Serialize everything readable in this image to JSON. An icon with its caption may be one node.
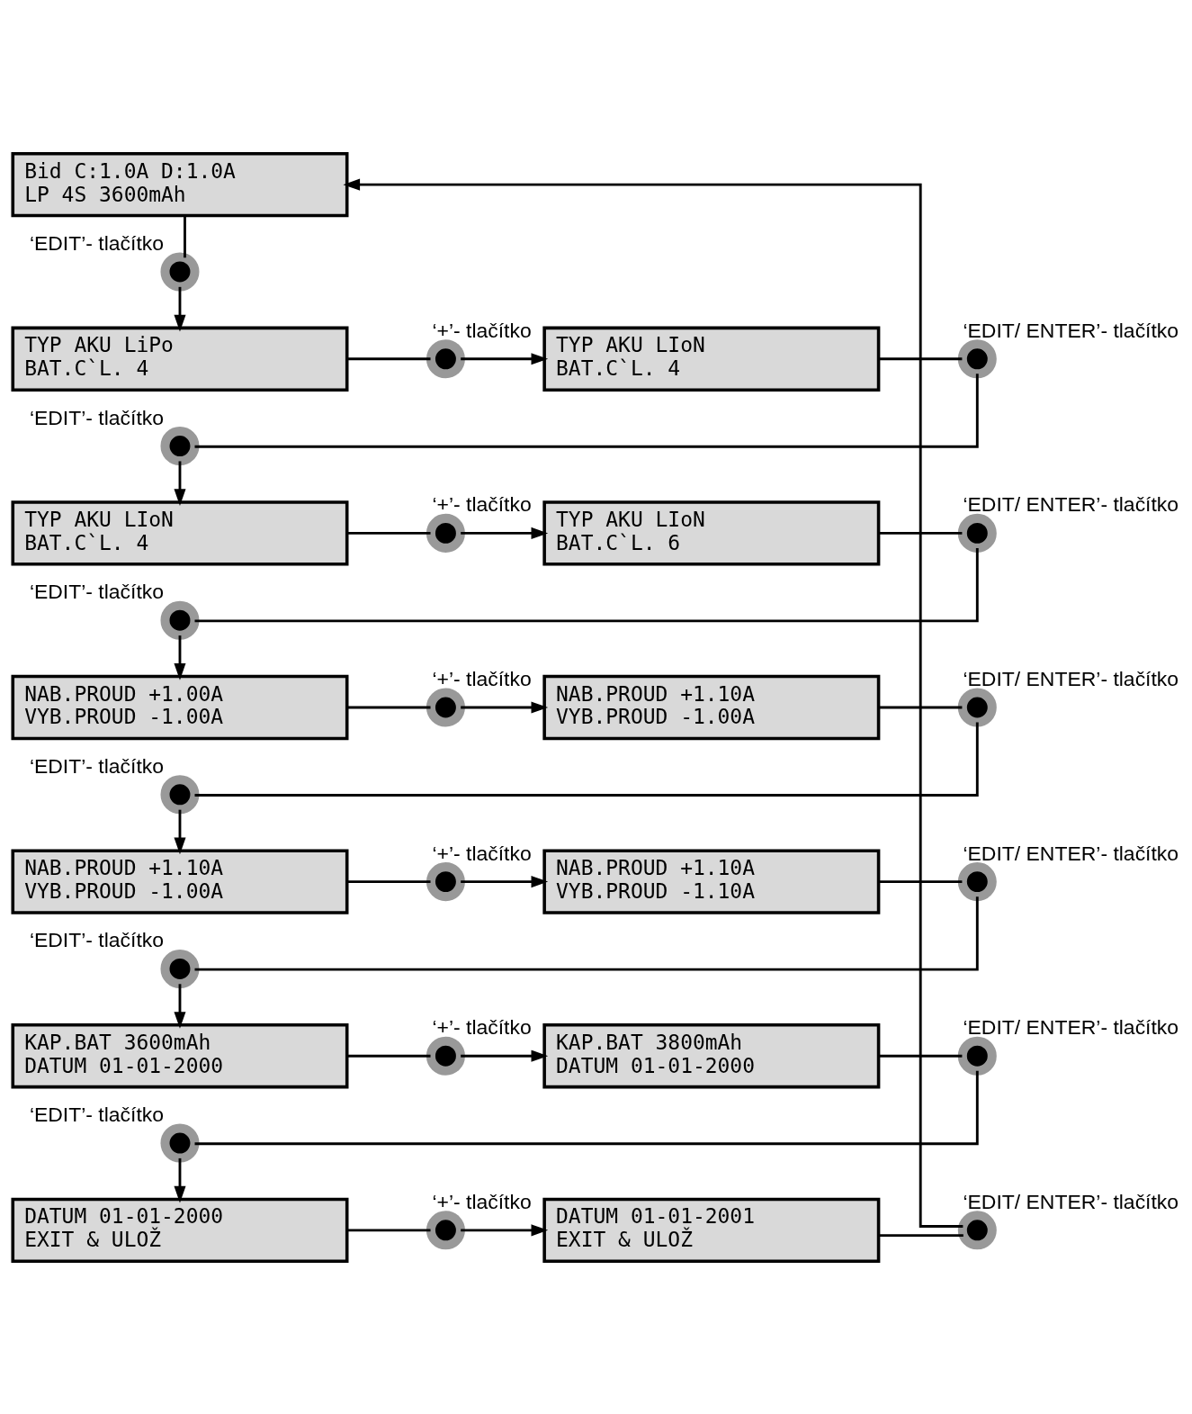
{
  "diagram": {
    "nodes": [
      {
        "text": [
          "Bid C:1.0A D:1.0A",
          "LP 4S 3600mAh"
        ]
      },
      {
        "text": [],
        "shape": "circle",
        "beside": [
          "‘EDIT’- tlačítko"
        ]
      },
      {
        "text": [
          "TYP AKU LiPo",
          "BAT.C`L. 4"
        ]
      },
      {
        "text": [],
        "shape": "circle",
        "beside": [
          "‘+’- tlačítko"
        ]
      },
      {
        "text": [
          "TYP AKU LIoN",
          "BAT.C`L. 4"
        ]
      },
      {
        "text": [],
        "shape": "circle",
        "beside": [
          "‘EDIT/ ENTER’- tlačítko"
        ]
      },
      {
        "text": [],
        "shape": "circle",
        "beside": [
          "‘EDIT’- tlačítko"
        ]
      },
      {
        "text": [
          "TYP AKU LIoN",
          "BAT.C`L. 4"
        ]
      },
      {
        "text": [],
        "shape": "circle",
        "beside": [
          "‘+’- tlačítko"
        ]
      },
      {
        "text": [
          "TYP AKU LIoN",
          "BAT.C`L. 6"
        ]
      },
      {
        "text": [],
        "shape": "circle",
        "beside": [
          "‘EDIT/ ENTER’- tlačítko"
        ]
      },
      {
        "text": [],
        "shape": "circle",
        "beside": [
          "‘EDIT’- tlačítko"
        ]
      },
      {
        "text": [
          "NAB.PROUD +1.00A",
          "VYB.PROUD -1.00A"
        ]
      },
      {
        "text": [],
        "shape": "circle",
        "beside": [
          "‘+’- tlačítko"
        ]
      },
      {
        "text": [
          "NAB.PROUD +1.10A",
          "VYB.PROUD -1.00A"
        ]
      },
      {
        "text": [],
        "shape": "circle",
        "beside": [
          "‘EDIT/ ENTER’- tlačítko"
        ]
      },
      {
        "text": [],
        "shape": "circle",
        "beside": [
          "‘EDIT’- tlačítko"
        ]
      },
      {
        "text": [
          "NAB.PROUD +1.10A",
          "VYB.PROUD -1.00A"
        ]
      },
      {
        "text": [],
        "shape": "circle",
        "beside": [
          "‘+’- tlačítko"
        ]
      },
      {
        "text": [
          "NAB.PROUD +1.10A",
          "VYB.PROUD -1.10A"
        ]
      },
      {
        "text": [],
        "shape": "circle",
        "beside": [
          "‘EDIT/ ENTER’- tlačítko"
        ]
      },
      {
        "text": [],
        "shape": "circle",
        "beside": [
          "‘EDIT’- tlačítko"
        ]
      },
      {
        "text": [
          "KAP.BAT 3600mAh",
          "DATUM 01-01-2000"
        ]
      },
      {
        "text": [],
        "shape": "circle",
        "beside": [
          "‘+’- tlačítko"
        ]
      },
      {
        "text": [
          "KAP.BAT 3800mAh",
          "DATUM 01-01-2000"
        ]
      },
      {
        "text": [],
        "shape": "circle",
        "beside": [
          "‘EDIT/ ENTER’- tlačítko"
        ]
      },
      {
        "text": [],
        "shape": "circle",
        "beside": [
          "‘EDIT’- tlačítko"
        ]
      },
      {
        "text": [
          "DATUM 01-01-2000",
          "EXIT & ULOŽ"
        ]
      },
      {
        "text": [],
        "shape": "circle",
        "beside": [
          "‘+’- tlačítko"
        ]
      },
      {
        "text": [
          "DATUM 01-01-2001",
          "EXIT & ULOŽ"
        ]
      },
      {
        "text": [],
        "shape": "circle",
        "beside": [
          "‘EDIT/ ENTER’- tlačítko"
        ]
      }
    ],
    "edges": [
      {
        "from": 0,
        "to": 1,
        "arrow": "none"
      },
      {
        "from": 1,
        "to": 2,
        "arrow": "to"
      },
      {
        "from": 2,
        "to": 3,
        "arrow": "none"
      },
      {
        "from": 3,
        "to": 4,
        "arrow": "to"
      },
      {
        "from": 4,
        "to": 5,
        "arrow": "none"
      },
      {
        "from": 5,
        "to": 6,
        "arrow": "none"
      },
      {
        "from": 6,
        "to": 7,
        "arrow": "to"
      },
      {
        "from": 7,
        "to": 8,
        "arrow": "none"
      },
      {
        "from": 8,
        "to": 9,
        "arrow": "to"
      },
      {
        "from": 9,
        "to": 10,
        "arrow": "none"
      },
      {
        "from": 10,
        "to": 11,
        "arrow": "none"
      },
      {
        "from": 11,
        "to": 12,
        "arrow": "to"
      },
      {
        "from": 12,
        "to": 13,
        "arrow": "none"
      },
      {
        "from": 13,
        "to": 14,
        "arrow": "to"
      },
      {
        "from": 14,
        "to": 15,
        "arrow": "none"
      },
      {
        "from": 15,
        "to": 16,
        "arrow": "none"
      },
      {
        "from": 16,
        "to": 17,
        "arrow": "to"
      },
      {
        "from": 17,
        "to": 18,
        "arrow": "none"
      },
      {
        "from": 18,
        "to": 19,
        "arrow": "to"
      },
      {
        "from": 19,
        "to": 20,
        "arrow": "none"
      },
      {
        "from": 20,
        "to": 21,
        "arrow": "none"
      },
      {
        "from": 21,
        "to": 22,
        "arrow": "to"
      },
      {
        "from": 22,
        "to": 23,
        "arrow": "none"
      },
      {
        "from": 23,
        "to": 24,
        "arrow": "to"
      },
      {
        "from": 24,
        "to": 25,
        "arrow": "none"
      },
      {
        "from": 25,
        "to": 26,
        "arrow": "none"
      },
      {
        "from": 26,
        "to": 27,
        "arrow": "to"
      },
      {
        "from": 27,
        "to": 28,
        "arrow": "none"
      },
      {
        "from": 28,
        "to": 29,
        "arrow": "to"
      },
      {
        "from": 29,
        "to": 30,
        "arrow": "none"
      },
      {
        "from": 30,
        "to": 0,
        "arrow": "to"
      }
    ]
  }
}
